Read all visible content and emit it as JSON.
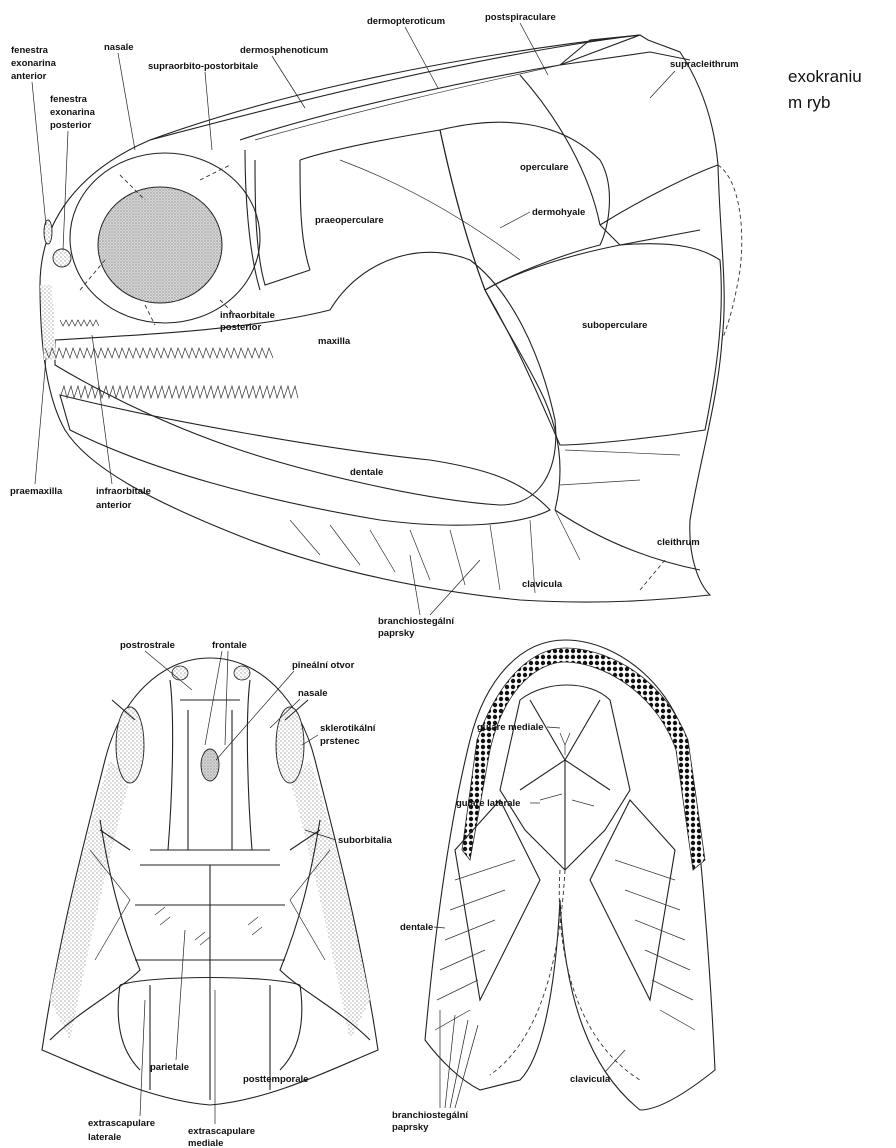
{
  "side_note": {
    "line1": "exokraniu",
    "line2": "m ryb"
  },
  "lateral_view": {
    "labels": {
      "fenestra_anterior": [
        "fenestra",
        "exonarina",
        "anterior"
      ],
      "fenestra_posterior": [
        "fenestra",
        "exonarina",
        "posterior"
      ],
      "nasale": "nasale",
      "supraorbito_postorbitale": "supraorbito-postorbitale",
      "dermosphenoticum": "dermosphenoticum",
      "dermopteroticum": "dermopteroticum",
      "postspiraculare": "postspiraculare",
      "supracleithrum": "supracleithrum",
      "operculare": "operculare",
      "dermohyale": "dermohyale",
      "praeoperculare": "praeoperculare",
      "suboperculare": "suboperculare",
      "infraorbitale_posterior": [
        "infraorbitale",
        "posterior"
      ],
      "maxilla": "maxilla",
      "dentale": "dentale",
      "praemaxilla": "praemaxilla",
      "infraorbitale_anterior": [
        "infraorbitale",
        "anterior"
      ],
      "cleithrum": "cleithrum",
      "clavicula": "clavicula",
      "branchiostegal": [
        "branchiostegální",
        "paprsky"
      ]
    }
  },
  "dorsal_view": {
    "labels": {
      "postrostrale": "postrostrale",
      "frontale": "frontale",
      "pinealni_otvor": "pineální otvor",
      "nasale": "nasale",
      "skleroticky": [
        "sklerotikální",
        "prstenec"
      ],
      "suborbitalia": "suborbitalia",
      "parietale": "parietale",
      "posttemporale": "posttemporale",
      "extrascapulare_laterale": [
        "extrascapulare",
        "laterale"
      ],
      "extrascapulare_mediale": [
        "extrascapulare",
        "mediale"
      ]
    }
  },
  "ventral_view": {
    "labels": {
      "gulare_mediale": "gulare mediale",
      "gulare_laterale": "gulare laterale",
      "dentale": "dentale",
      "branchiostegal": [
        "branchiostegální",
        "paprsky"
      ],
      "clavicula": "clavicula"
    }
  }
}
